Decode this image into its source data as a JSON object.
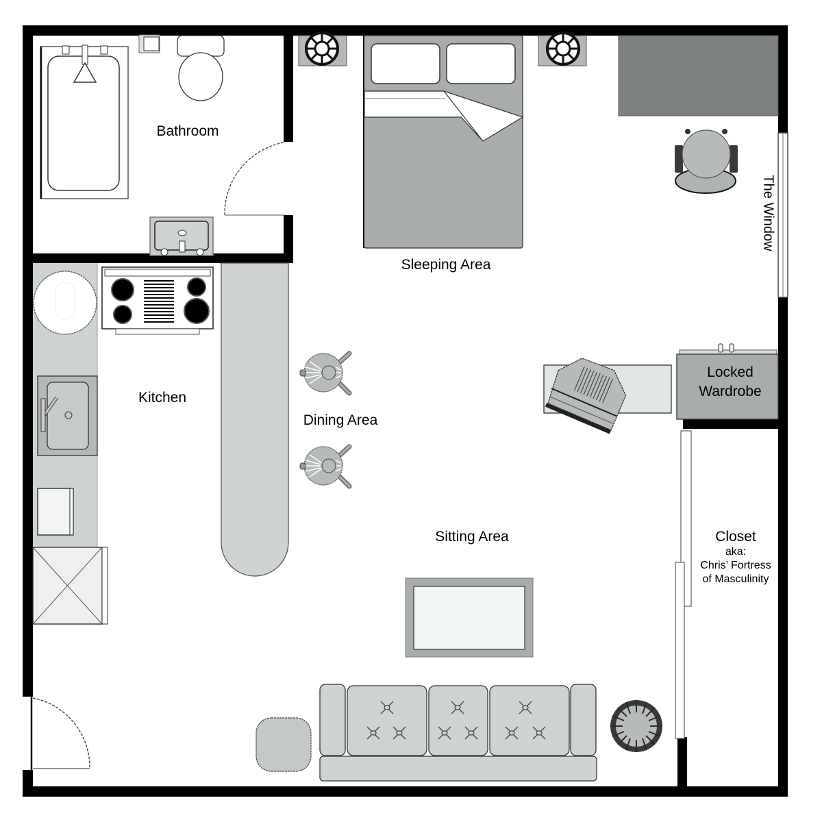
{
  "diagram": {
    "type": "floor-plan",
    "colors": {
      "wall": "#000000",
      "floor": "#ffffff",
      "furniture_light": "#cfd2d2",
      "furniture_mid": "#a9acac",
      "furniture_dark": "#7d8080",
      "outline": "#3a3a3a"
    },
    "rooms": {
      "bathroom": {
        "label": "Bathroom"
      },
      "kitchen": {
        "label": "Kitchen"
      },
      "sleeping": {
        "label": "Sleeping Area"
      },
      "dining": {
        "label": "Dining Area"
      },
      "sitting": {
        "label": "Sitting Area"
      },
      "window": {
        "label": "The Window"
      },
      "wardrobe": {
        "line1": "Locked",
        "line2": "Wardrobe"
      },
      "closet": {
        "title": "Closet",
        "line1": "aka:",
        "line2": "Chris’ Fortress",
        "line3": "of Masculinity"
      }
    },
    "fixtures": [
      "bathtub",
      "toilet",
      "towel-holder",
      "bathroom-sink",
      "bathroom-door",
      "kitchen-round-counter",
      "stove",
      "kitchen-sink",
      "dishwasher",
      "refrigerator",
      "breakfast-bar",
      "bar-stool",
      "bar-stool",
      "bed",
      "nightstand-lamp",
      "nightstand-lamp",
      "desk",
      "desk-chair",
      "dresser-with-tv",
      "locked-wardrobe",
      "coffee-table",
      "sofa",
      "ottoman",
      "plant",
      "entry-door",
      "closet-sliding-door"
    ]
  }
}
